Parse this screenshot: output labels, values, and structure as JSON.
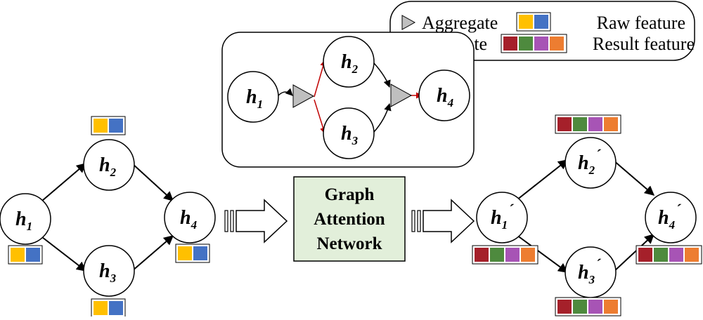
{
  "legend": {
    "aggregate_label": "Aggregate",
    "update_label": "Update",
    "raw_label": "Raw feature",
    "result_label": "Result feature"
  },
  "colors": {
    "raw": [
      "#FFC000",
      "#4472C4"
    ],
    "result": [
      "#A5202A",
      "#4E8A3E",
      "#A754B5",
      "#ED7D31"
    ],
    "update_arrow": "#C00000",
    "box_fill": "#E2EFDA",
    "triangle_fill": "#BFBFBF"
  },
  "inset_nodes": [
    {
      "base": "h",
      "sub": "1"
    },
    {
      "base": "h",
      "sub": "2"
    },
    {
      "base": "h",
      "sub": "3"
    },
    {
      "base": "h",
      "sub": "4"
    }
  ],
  "input_graph_nodes": [
    {
      "base": "h",
      "sub": "1"
    },
    {
      "base": "h",
      "sub": "2"
    },
    {
      "base": "h",
      "sub": "3"
    },
    {
      "base": "h",
      "sub": "4"
    }
  ],
  "output_graph_nodes": [
    {
      "base": "h",
      "sub": "1",
      "mark": "´"
    },
    {
      "base": "h",
      "sub": "2",
      "mark": "´"
    },
    {
      "base": "h",
      "sub": "3",
      "mark": "´"
    },
    {
      "base": "h",
      "sub": "4",
      "mark": "´"
    }
  ],
  "gat_box": {
    "lines": [
      "Graph",
      "Attention",
      "Network"
    ]
  }
}
